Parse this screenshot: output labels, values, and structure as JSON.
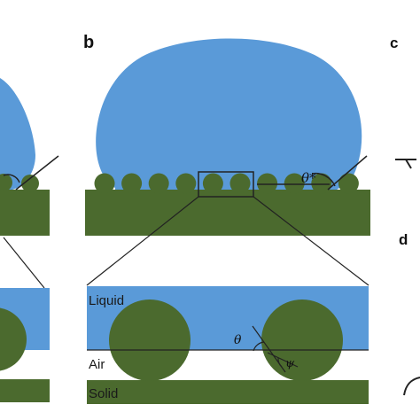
{
  "panels": {
    "b": {
      "letter": "b"
    },
    "c": {
      "letter": "c"
    },
    "d": {
      "letter": "d"
    }
  },
  "labels": {
    "theta_star": "θ*",
    "theta": "θ",
    "psi": "ψ",
    "liquid": "Liquid",
    "air": "Air",
    "solid": "Solid"
  },
  "colors": {
    "liquid": "#5a9ad8",
    "solid": "#4b6a2e",
    "line": "#222222",
    "background": "#ffffff"
  }
}
